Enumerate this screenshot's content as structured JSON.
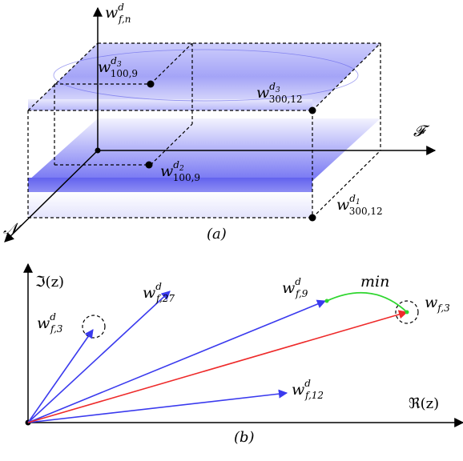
{
  "panel_a": {
    "caption": "(a)",
    "axis_w": {
      "base": "w",
      "sup": "d",
      "sub": "f,n"
    },
    "axis_f": "𝓕",
    "axis_n": "𝒩",
    "labels": {
      "w100_9_d3": {
        "base": "w",
        "sup": "d",
        "supsub": "3",
        "sub": "100,9"
      },
      "w300_12_d3": {
        "base": "w",
        "sup": "d",
        "supsub": "3",
        "sub": "300,12"
      },
      "w100_9_d2": {
        "base": "w",
        "sup": "d",
        "supsub": "2",
        "sub": "100,9"
      },
      "w300_12_d1": {
        "base": "w",
        "sup": "d",
        "supsub": "1",
        "sub": "300,12"
      }
    },
    "colors": {
      "plane": "#5a5af0",
      "edge": "#000000"
    }
  },
  "panel_b": {
    "caption": "(b)",
    "axis_imag": "ℑ(z)",
    "axis_real": "ℜ(z)",
    "min_label": "min",
    "vectors": {
      "v3": {
        "base": "w",
        "sup": "d",
        "sub": "f,3"
      },
      "v27": {
        "base": "w",
        "sup": "d",
        "sub": "f,27"
      },
      "v9": {
        "base": "w",
        "sup": "d",
        "sub": "f,9"
      },
      "v12": {
        "base": "w",
        "sup": "d",
        "sub": "f,12"
      },
      "target": {
        "base": "w",
        "sub": "f,3"
      }
    },
    "colors": {
      "blue": "#3a3aee",
      "red": "#ee2a2a",
      "green": "#2ed62e"
    }
  }
}
